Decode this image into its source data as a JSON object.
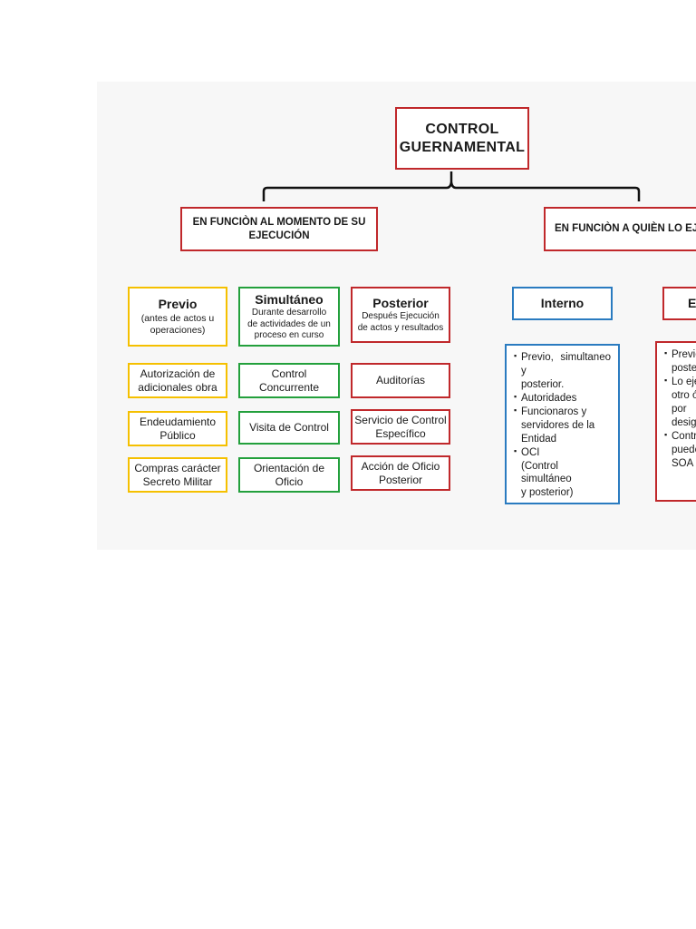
{
  "root": {
    "line1": "CONTROL",
    "line2": "GUERNAMENTAL"
  },
  "categories": {
    "left": {
      "line1": "EN FUNCIÒN AL MOMENTO DE SU",
      "line2": "EJECUCIÓN"
    },
    "right": {
      "text": "EN FUNCIÒN A QUIÈN LO EJE"
    }
  },
  "columns": {
    "previo": {
      "title": "Previo",
      "sub1": "(antes de actos u",
      "sub2": "operaciones)",
      "items": [
        {
          "line1": "Autorización de",
          "line2": "adicionales obra"
        },
        {
          "line1": "Endeudamiento",
          "line2": "Público"
        },
        {
          "line1": "Compras carácter",
          "line2": "Secreto Militar"
        }
      ]
    },
    "simultaneo": {
      "title": "Simultáneo",
      "sub1": "Durante desarrollo",
      "sub2": "de actividades de un",
      "sub3": "proceso en curso",
      "items": [
        {
          "line1": "Control",
          "line2": "Concurrente"
        },
        {
          "line1": "Visita de Control",
          "line2": ""
        },
        {
          "line1": "Orientación de",
          "line2": "Oficio"
        }
      ]
    },
    "posterior": {
      "title": "Posterior",
      "sub1": "Después Ejecución",
      "sub2": "de actos y resultados",
      "items": [
        {
          "line1": "Auditorías",
          "line2": ""
        },
        {
          "line1": "Servicio de Control",
          "line2": "Específico"
        },
        {
          "line1": "Acción de Oficio",
          "line2": "Posterior"
        }
      ]
    }
  },
  "interno": {
    "title": "Interno",
    "bullets": [
      "Previo, simultaneo y",
      "posterior.",
      "Autoridades",
      "Funcionaros y",
      "servidores de la",
      "Entidad",
      "OCI",
      "(Control simultáneo",
      "y posterior)"
    ]
  },
  "externo": {
    "title": "E",
    "bullets": [
      "Previo",
      "posterio",
      "Lo eje",
      "otro ó",
      "por",
      "design",
      "Contro",
      "puede",
      "SOA"
    ]
  },
  "colors": {
    "red": "#c0282b",
    "yellow": "#f5c000",
    "green": "#23a03c",
    "blue": "#2a7bc0"
  }
}
